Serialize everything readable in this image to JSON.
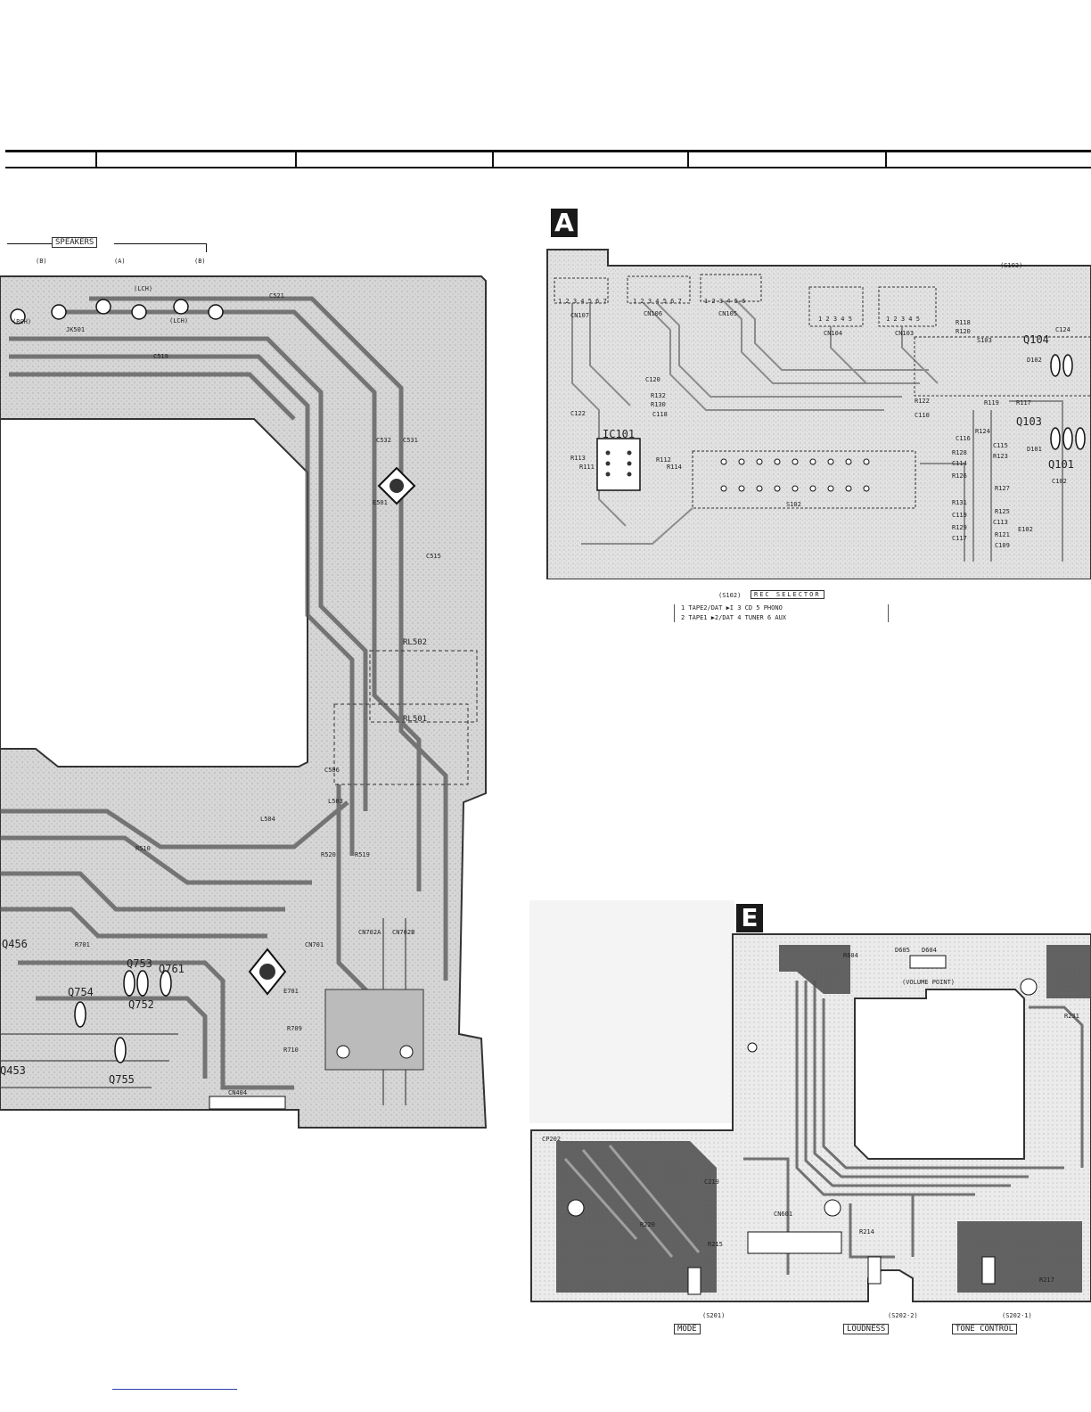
{
  "header": {
    "grid_columns": 6
  },
  "board_left": {
    "speakers_label": "SPEAKERS",
    "speaker_terminals": [
      "(B)",
      "(A)",
      "(B)"
    ],
    "terminal_labels": [
      "(RCH)",
      "(LCH)",
      "(LCH)"
    ],
    "jack_label": "JK501",
    "components": [
      {
        "id": "c521",
        "text": "C521"
      },
      {
        "id": "c519",
        "text": "C519"
      },
      {
        "id": "c532",
        "text": "C532"
      },
      {
        "id": "c531",
        "text": "C531"
      },
      {
        "id": "e501",
        "text": "E501"
      },
      {
        "id": "c515",
        "text": "C515"
      },
      {
        "id": "rl502",
        "text": "RL502"
      },
      {
        "id": "rl501",
        "text": "RL501"
      },
      {
        "id": "c506",
        "text": "C506"
      },
      {
        "id": "l503",
        "text": "L503"
      },
      {
        "id": "l504",
        "text": "L504"
      },
      {
        "id": "r520",
        "text": "R520"
      },
      {
        "id": "r519",
        "text": "R519"
      },
      {
        "id": "r510",
        "text": "R510"
      },
      {
        "id": "cn701",
        "text": "CN701"
      },
      {
        "id": "cn702a",
        "text": "CN702A"
      },
      {
        "id": "cn702b",
        "text": "CN702B"
      },
      {
        "id": "q456",
        "text": "Q456"
      },
      {
        "id": "q753",
        "text": "Q753"
      },
      {
        "id": "q761",
        "text": "Q761"
      },
      {
        "id": "q754",
        "text": "Q754"
      },
      {
        "id": "q752",
        "text": "Q752"
      },
      {
        "id": "q755",
        "text": "Q755"
      },
      {
        "id": "q453",
        "text": "Q453"
      },
      {
        "id": "e701",
        "text": "E701"
      },
      {
        "id": "r709",
        "text": "R709"
      },
      {
        "id": "r710",
        "text": "R710"
      },
      {
        "id": "cn404",
        "text": "CN404"
      },
      {
        "id": "r701",
        "text": "R701"
      }
    ]
  },
  "board_a": {
    "badge": "A",
    "switch_ref": "(S103)",
    "connectors": [
      "CN107",
      "CN106",
      "CN105",
      "CN104",
      "CN103"
    ],
    "connector_pins": [
      "1 2 3 4 5 6 7",
      "1 2 3 4 5 6 7",
      "1 2 3 4 5 6",
      "1 2 3 4 5",
      "1 2 3 4 5"
    ],
    "components": [
      {
        "id": "ic101",
        "text": "IC101"
      },
      {
        "id": "s102",
        "text": "S102"
      },
      {
        "id": "s103",
        "text": "S103"
      },
      {
        "id": "q104",
        "text": "Q104"
      },
      {
        "id": "q103",
        "text": "Q103"
      },
      {
        "id": "q101",
        "text": "Q101"
      },
      {
        "id": "r118",
        "text": "R118"
      },
      {
        "id": "r120",
        "text": "R120"
      },
      {
        "id": "r119",
        "text": "R119"
      },
      {
        "id": "r117",
        "text": "R117"
      },
      {
        "id": "r122",
        "text": "R122"
      },
      {
        "id": "c110",
        "text": "C110"
      },
      {
        "id": "c120",
        "text": "C120"
      },
      {
        "id": "r132",
        "text": "R132"
      },
      {
        "id": "r130",
        "text": "R130"
      },
      {
        "id": "c118",
        "text": "C118"
      },
      {
        "id": "c122",
        "text": "C122"
      },
      {
        "id": "r113",
        "text": "R113"
      },
      {
        "id": "r111",
        "text": "R111"
      },
      {
        "id": "r112",
        "text": "R112"
      },
      {
        "id": "r114",
        "text": "R114"
      },
      {
        "id": "r128",
        "text": "R128"
      },
      {
        "id": "r126",
        "text": "R126"
      },
      {
        "id": "r131",
        "text": "R131"
      },
      {
        "id": "r129",
        "text": "R129"
      },
      {
        "id": "r123",
        "text": "R123"
      },
      {
        "id": "r127",
        "text": "R127"
      },
      {
        "id": "r125",
        "text": "R125"
      },
      {
        "id": "r121",
        "text": "R121"
      },
      {
        "id": "c116",
        "text": "C116"
      },
      {
        "id": "c114",
        "text": "C114"
      },
      {
        "id": "c119",
        "text": "C119"
      },
      {
        "id": "c117",
        "text": "C117"
      },
      {
        "id": "c115",
        "text": "C115"
      },
      {
        "id": "c113",
        "text": "C113"
      },
      {
        "id": "c109",
        "text": "C109"
      },
      {
        "id": "c124",
        "text": "C124"
      },
      {
        "id": "c102",
        "text": "C102"
      },
      {
        "id": "e102",
        "text": "E102"
      },
      {
        "id": "d101",
        "text": "D101"
      },
      {
        "id": "d102",
        "text": "D102"
      },
      {
        "id": "r124",
        "text": "R124"
      }
    ],
    "selector": {
      "ref": "(S102)",
      "title": "REC SELECTOR",
      "line1": "1  TAPE2/DAT ▶I   3  CD   5  PHONO",
      "line2": "2  TAPE1 ▶2/DAT   4  TUNER 6  AUX"
    }
  },
  "board_e": {
    "badge": "E",
    "volume_point": "(VOLUME POINT)",
    "components": [
      {
        "id": "r604",
        "text": "R604"
      },
      {
        "id": "d605",
        "text": "D605"
      },
      {
        "id": "d604",
        "text": "D604"
      },
      {
        "id": "cp202",
        "text": "CP202"
      },
      {
        "id": "c219",
        "text": "C219"
      },
      {
        "id": "cn601",
        "text": "CN601"
      },
      {
        "id": "r220",
        "text": "R220"
      },
      {
        "id": "r215",
        "text": "R215"
      },
      {
        "id": "r214",
        "text": "R214"
      },
      {
        "id": "r231",
        "text": "R231"
      },
      {
        "id": "r217",
        "text": "R217"
      }
    ],
    "switch_refs": [
      "(S201)",
      "(S202-2)",
      "(S202-1)"
    ],
    "switch_labels": [
      "MODE",
      "LOUDNESS",
      "TONE CONTROL"
    ]
  },
  "colors": {
    "trace": "#5a5a5a",
    "board": "#d9d9d9",
    "ink": "#111111",
    "link": "#2a3fb0"
  }
}
